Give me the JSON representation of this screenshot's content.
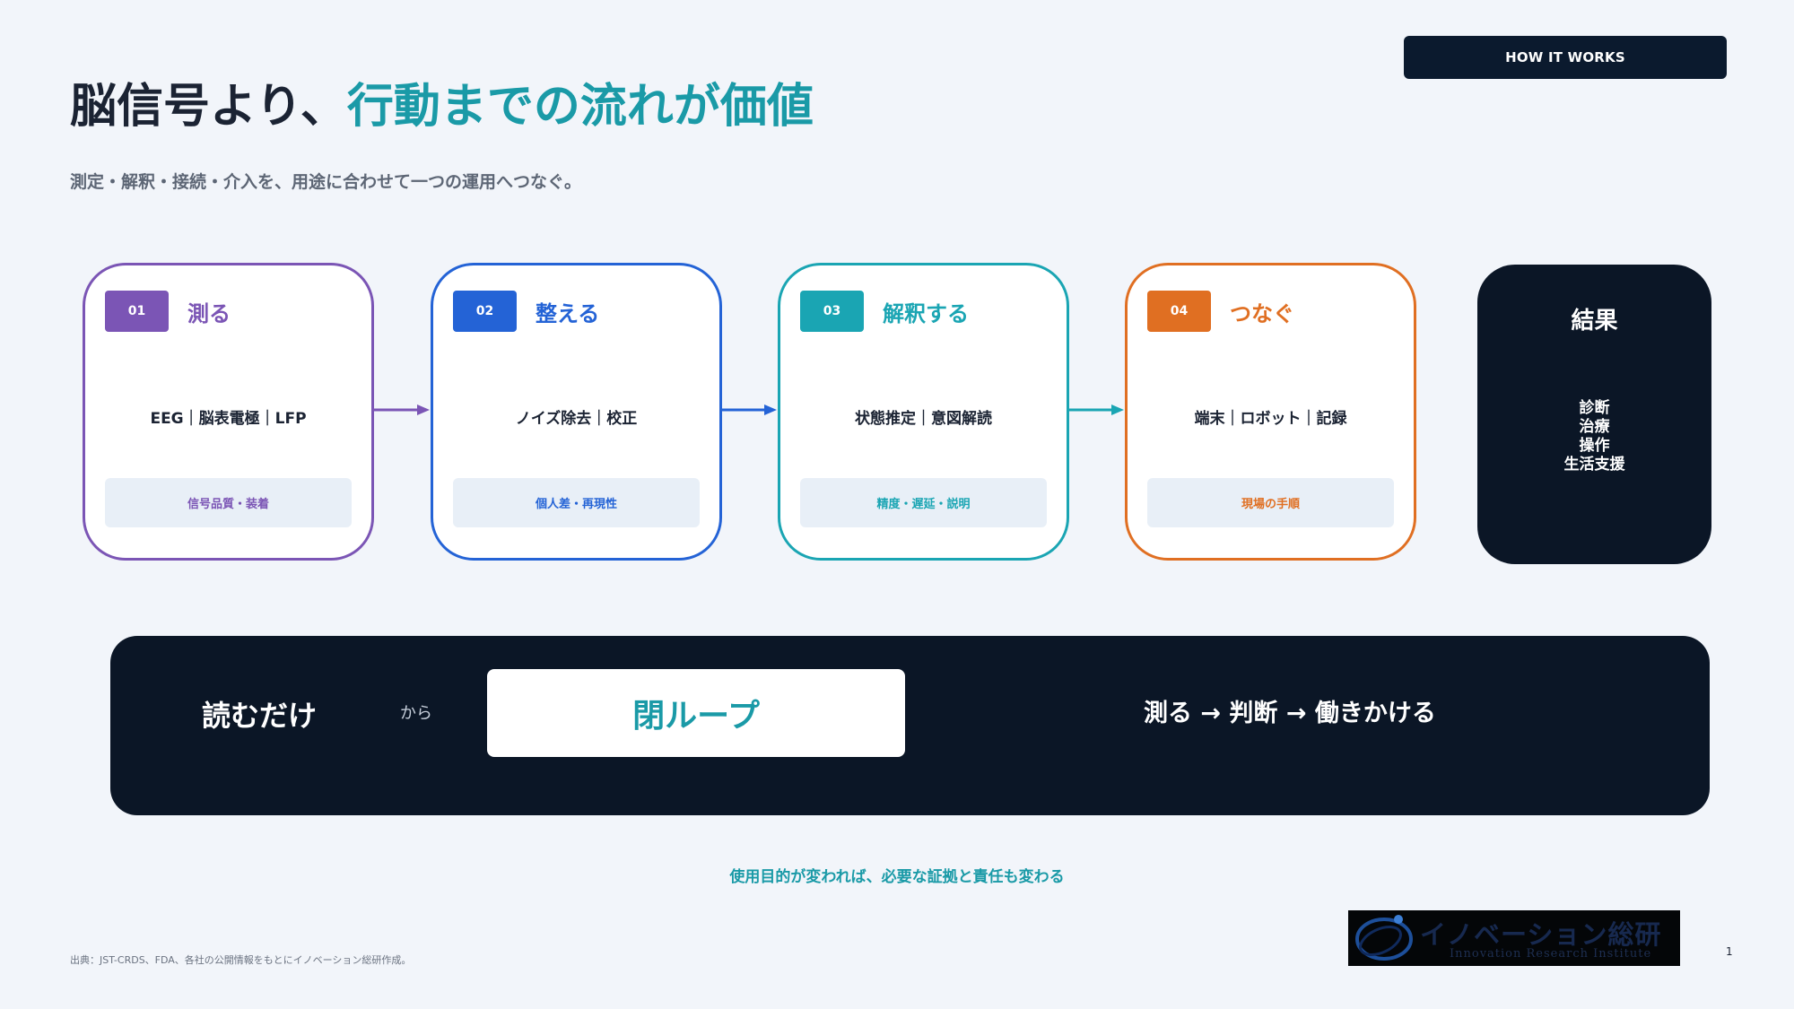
{
  "header": {
    "badge": "HOW IT WORKS",
    "title_plain": "脳信号より、",
    "title_accent": "行動までの流れが価値",
    "subtitle": "測定・解釈・接続・介入を、用途に合わせて一つの運用へつなぐ。"
  },
  "steps": [
    {
      "num": "01",
      "name": "測る",
      "desc": "EEG｜脳表電極｜LFP",
      "chip": "信号品質・装着",
      "color": "#7b55b5"
    },
    {
      "num": "02",
      "name": "整える",
      "desc": "ノイズ除去｜校正",
      "chip": "個人差・再現性",
      "color": "#2463d6"
    },
    {
      "num": "03",
      "name": "解釈する",
      "desc": "状態推定｜意図解読",
      "chip": "精度・遅延・説明",
      "color": "#1aa5b3"
    },
    {
      "num": "04",
      "name": "つなぐ",
      "desc": "端末｜ロボット｜記録",
      "chip": "現場の手順",
      "color": "#e06f22"
    }
  ],
  "result": {
    "title": "結果",
    "items": [
      "診断",
      "治療",
      "操作",
      "生活支援"
    ]
  },
  "loop": {
    "read_only": "読むだけ",
    "from": "から",
    "closed_loop": "閉ループ",
    "flow": "測る → 判断 → 働きかける"
  },
  "note": "使用目的が変われば、必要な証拠と責任も変わる",
  "source": "出典：JST-CRDS、FDA、各社の公開情報をもとにイノベーション総研作成。",
  "logo": {
    "jp": "イノベーション総研",
    "en": "Innovation Research Institute"
  },
  "page_number": "1",
  "colors": {
    "accent": "#1a9aa7",
    "dark": "#0b1626",
    "background": "#f2f5fa"
  }
}
